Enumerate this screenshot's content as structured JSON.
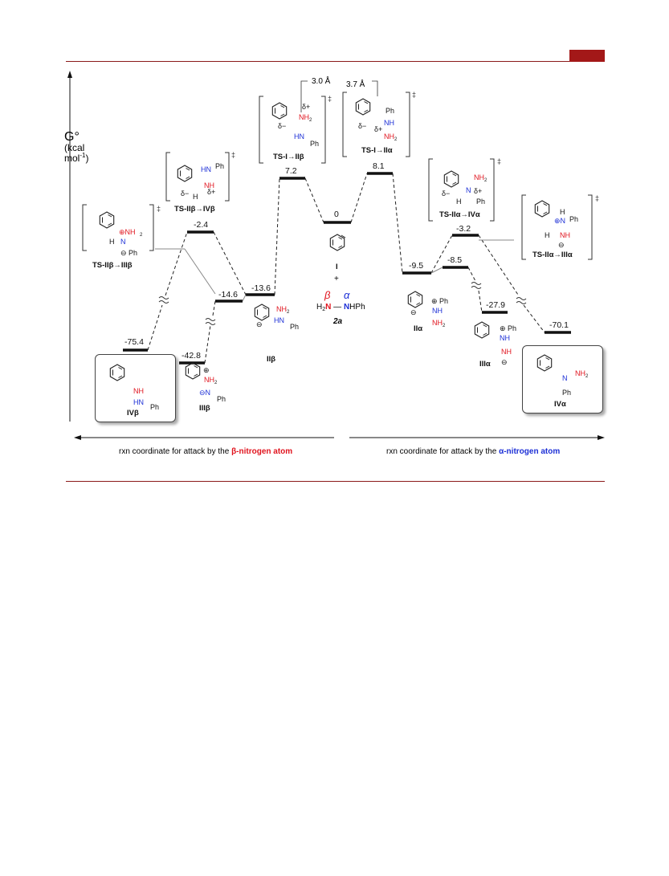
{
  "axis": {
    "g_label": "G°",
    "unit_line1": "(kcal",
    "unit_line2": "mol",
    "unit_sup": "-1",
    "unit_close": ")"
  },
  "levels": [
    {
      "id": "IVb",
      "value": "-75.4"
    },
    {
      "id": "IIIb",
      "value": "-42.8"
    },
    {
      "id": "TS-IIb-IIIb",
      "value": "-14.6"
    },
    {
      "id": "TS-IIb-IVb",
      "value": "-2.4"
    },
    {
      "id": "IIb",
      "value": "-13.6"
    },
    {
      "id": "TS-I-IIb",
      "value": "7.2"
    },
    {
      "id": "I",
      "value": "0"
    },
    {
      "id": "TS-I-IIa",
      "value": "8.1"
    },
    {
      "id": "IIa",
      "value": "-9.5"
    },
    {
      "id": "TS-IIa-IVa",
      "value": "-3.2"
    },
    {
      "id": "TS-IIa-IIIa",
      "value": "-8.5"
    },
    {
      "id": "IIIa",
      "value": "-27.9"
    },
    {
      "id": "IVa",
      "value": "-70.1"
    }
  ],
  "distances": {
    "beta": "3.0 Å",
    "alpha": "3.7 Å"
  },
  "labels": {
    "ts_I_IIb": "TS-I→IIβ",
    "ts_I_IIa": "TS-I→IIα",
    "ts_IIb_IVb": "TS-IIβ→IVβ",
    "ts_IIb_IIIb": "TS-IIβ→IIIβ",
    "ts_IIa_IVa": "TS-IIα→IVα",
    "ts_IIa_IIIa": "TS-IIα→IIIα",
    "IIb": "IIβ",
    "IIIb": "IIIβ",
    "IVb": "IVβ",
    "IIa": "IIα",
    "IIIa": "IIIα",
    "IVa": "IVα",
    "I": "I",
    "plus": "+",
    "reagent_2a": "2a",
    "beta_sym": "β",
    "alpha_sym": "α",
    "reagent_formula_left": "H2N",
    "reagent_formula_right": "NHPh",
    "dagger": "‡"
  },
  "axis_bottom": {
    "left_pre": "rxn coordinate for attack by the ",
    "left_hl": "β-nitrogen atom",
    "right_pre": "rxn coordinate for attack by the ",
    "right_hl": "α-nitrogen atom"
  },
  "colors": {
    "rule": "#8b1a1a",
    "badge": "#a31818",
    "beta": "#e0141e",
    "alpha": "#1c2fd6"
  }
}
